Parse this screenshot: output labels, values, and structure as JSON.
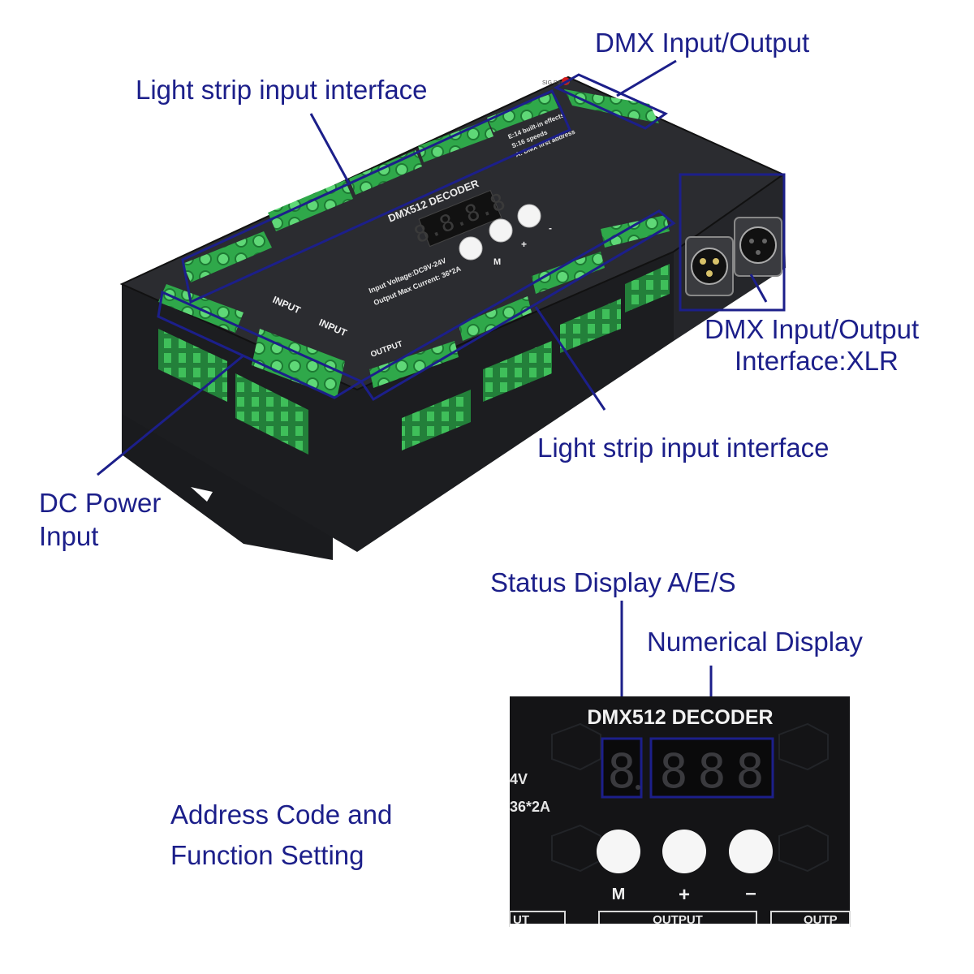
{
  "labels": {
    "dmx_io_top": "DMX Input/Output",
    "strip_top": "Light strip input interface",
    "dmx_xlr_line1": "DMX Input/Output",
    "dmx_xlr_line2": "Interface:XLR",
    "strip_bottom": "Light strip input interface",
    "dc_power_line1": "DC Power",
    "dc_power_line2": "Input",
    "status_display": "Status Display A/E/S",
    "numerical_display": "Numerical Display",
    "address_line1": "Address Code and",
    "address_line2": "Function Setting"
  },
  "device": {
    "model_label": "DMX512 DECODER",
    "display_digits": "8.8.8.8",
    "input_voltage": "Input Voltage:DC9V-24V",
    "output_current": "Output Max Current: 36*2A",
    "mode_line1": "E:14 built-in effects",
    "mode_line2": "S:16 speeds",
    "mode_line3": "A: DMX first address",
    "input_label": "INPUT",
    "output_label": "OUTPUT",
    "power_led_label": "SIG Power",
    "buttons": [
      "M",
      "+",
      "-"
    ]
  },
  "closeup": {
    "title": "DMX512 DECODER",
    "left_edge_line1": "4V",
    "left_edge_line2": "36*2A",
    "buttons": [
      "M",
      "+",
      "–"
    ],
    "bottom_labels": [
      "UT",
      "OUTPUT",
      "OUTP"
    ]
  },
  "colors": {
    "callout_text": "#1c1f8a",
    "callout_line": "#1c1f8a",
    "case": "#1e1f22",
    "terminal": "#3fbf5a",
    "led_digit": "#d21e1e"
  }
}
